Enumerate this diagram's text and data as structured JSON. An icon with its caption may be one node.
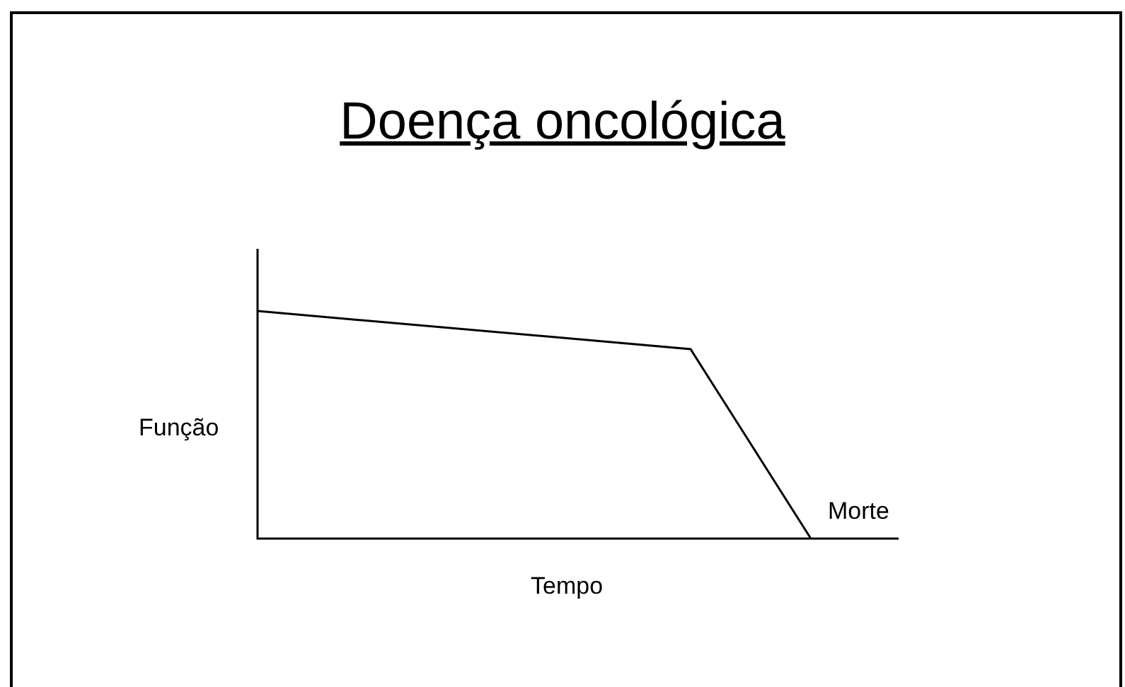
{
  "diagram": {
    "title": "Doença oncológica",
    "labels": [
      "Função",
      "Morte",
      "Tempo"
    ]
  }
}
